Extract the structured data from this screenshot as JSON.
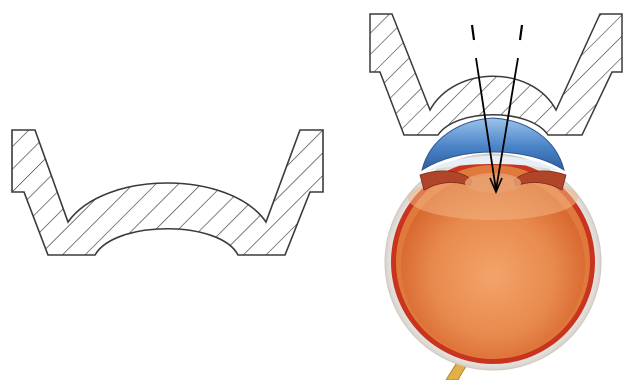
{
  "figure": {
    "panels": [
      {
        "id": "lens-cross-section",
        "fill_pattern": "diagonal-hatch"
      },
      {
        "id": "lens-on-eye-illustration",
        "fill_pattern": "diagonal-hatch"
      }
    ],
    "colors": {
      "outline": "#3a3a3a",
      "hatch": "#3a3a3a",
      "cornea": "#4a84c8",
      "cornea_highlight": "#9cc2ea",
      "sclera_outer": "#d8d2cc",
      "choroid": "#c8341e",
      "retina": "#e07a3c",
      "vitreous": "#e88a4e",
      "vitreous_center": "#f3a46a",
      "iris": "#b0452a",
      "optic_nerve": "#e2b04a",
      "rays": "#000000"
    }
  }
}
